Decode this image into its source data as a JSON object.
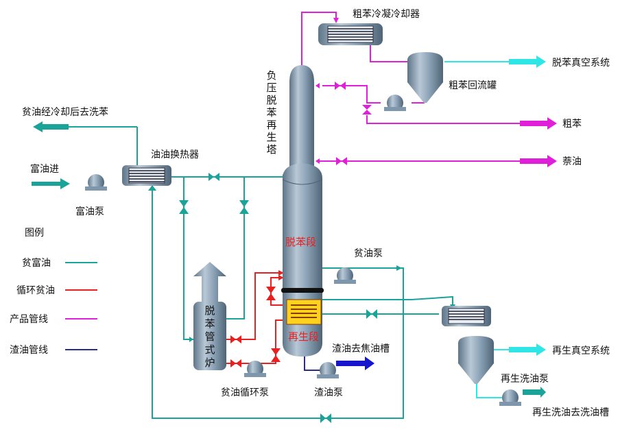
{
  "labels": {
    "crude_benzene_cooler": "粗苯冷凝冷却器",
    "vacuum_debenzol": "脱苯真空系统",
    "column_title": [
      "负",
      "压",
      "脱",
      "苯",
      "再",
      "生",
      "塔"
    ],
    "reflux_tank": "粗苯回流罐",
    "lean_oil_to_wash": "贫油经冷却后去洗苯",
    "crude_benzene": "粗苯",
    "oil_heat_exchanger": "油油换热器",
    "rich_oil_in": "富油进",
    "naphthalene_oil": "萘油",
    "rich_oil_pump": "富油泵",
    "debenzol_section": "脱苯段",
    "lean_oil_pump": "贫油泵",
    "tube_furnace": [
      "脱",
      "苯",
      "管",
      "式",
      "炉"
    ],
    "regen_section": "再生段",
    "residue_to_tank": "渣油去焦油槽",
    "regen_vacuum": "再生真空系统",
    "regen_wash_pump": "再生洗油泵",
    "lean_circ_pump": "贫油循环泵",
    "residue_pump": "渣油泵",
    "regen_wash_to_tank": "再生洗油去洗油槽"
  },
  "legend": {
    "title": "图例",
    "items": [
      {
        "label": "贫富油",
        "color": "#1aa398"
      },
      {
        "label": "循环贫油",
        "color": "#e8201f"
      },
      {
        "label": "产品管线",
        "color": "#e020d8"
      },
      {
        "label": "渣油管线",
        "color": "#2b2c8a"
      }
    ]
  },
  "colors": {
    "teal": "#1aa398",
    "red": "#e8201f",
    "magenta": "#e020d8",
    "navy": "#2b2c8a",
    "cyan": "#2ee6e6",
    "equipment": "#7f97ad",
    "text": "#111111",
    "section_text": "#e8201f"
  }
}
